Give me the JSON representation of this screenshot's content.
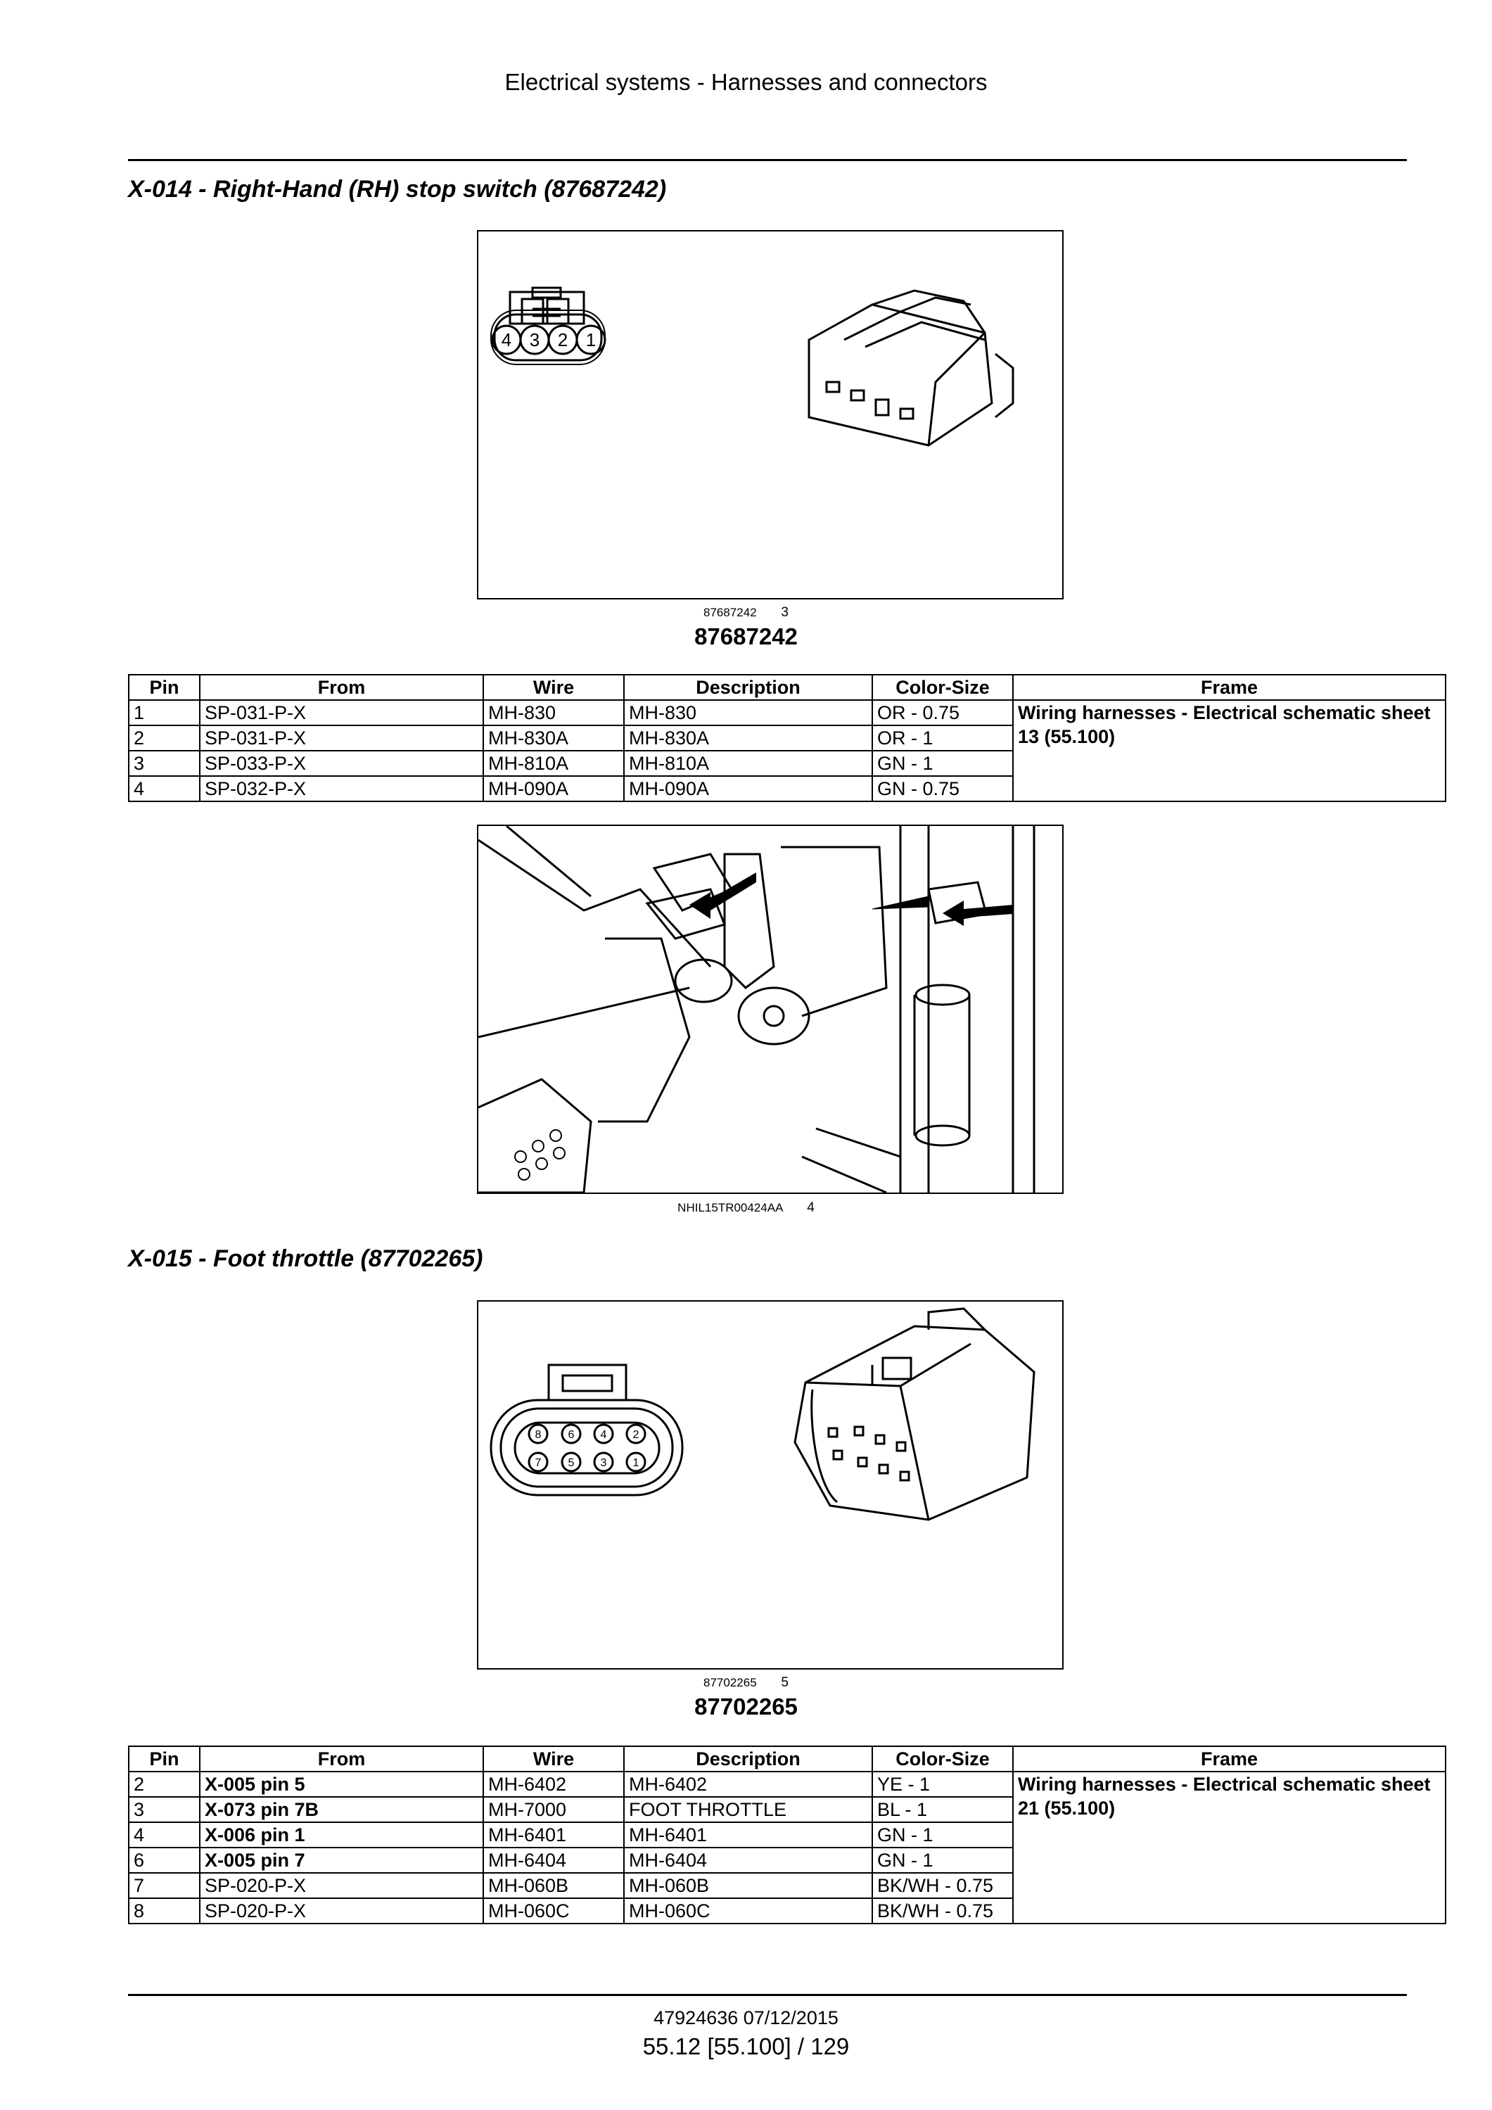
{
  "header": {
    "title": "Electrical systems - Harnesses and connectors"
  },
  "sections": [
    {
      "title": "X-014 - Right-Hand (RH) stop switch (87687242)",
      "figure_caption": {
        "code": "87687242",
        "number": "3"
      },
      "connector_pins": [
        "4",
        "3",
        "2",
        "1"
      ],
      "part_number": "87687242",
      "photo_caption": {
        "code": "NHIL15TR00424AA",
        "number": "4"
      },
      "table": {
        "headers": [
          "Pin",
          "From",
          "Wire",
          "Description",
          "Color-Size",
          "Frame"
        ],
        "rows": [
          {
            "pin": "1",
            "from": "SP-031-P-X",
            "wire": "MH-830",
            "description": "MH-830",
            "color_size": "OR - 0.75"
          },
          {
            "pin": "2",
            "from": "SP-031-P-X",
            "wire": "MH-830A",
            "description": "MH-830A",
            "color_size": "OR - 1"
          },
          {
            "pin": "3",
            "from": "SP-033-P-X",
            "wire": "MH-810A",
            "description": "MH-810A",
            "color_size": "GN - 1"
          },
          {
            "pin": "4",
            "from": "SP-032-P-X",
            "wire": "MH-090A",
            "description": "MH-090A",
            "color_size": "GN - 0.75"
          }
        ],
        "frame": "Wiring harnesses - Electrical schematic sheet 13 (55.100)"
      }
    },
    {
      "title": "X-015 - Foot throttle (87702265)",
      "figure_caption": {
        "code": "87702265",
        "number": "5"
      },
      "connector_pins_top": [
        "8",
        "6",
        "4",
        "2"
      ],
      "connector_pins_bottom": [
        "7",
        "5",
        "3",
        "1"
      ],
      "part_number": "87702265",
      "table": {
        "headers": [
          "Pin",
          "From",
          "Wire",
          "Description",
          "Color-Size",
          "Frame"
        ],
        "rows": [
          {
            "pin": "2",
            "from": "X-005 pin 5",
            "wire": "MH-6402",
            "description": "MH-6402",
            "color_size": "YE - 1"
          },
          {
            "pin": "3",
            "from": "X-073 pin 7B",
            "wire": "MH-7000",
            "description": "FOOT THROTTLE",
            "color_size": "BL - 1"
          },
          {
            "pin": "4",
            "from": "X-006 pin 1",
            "wire": "MH-6401",
            "description": "MH-6401",
            "color_size": "GN - 1"
          },
          {
            "pin": "6",
            "from": "X-005 pin 7",
            "wire": "MH-6404",
            "description": "MH-6404",
            "color_size": "GN - 1"
          },
          {
            "pin": "7",
            "from": "SP-020-P-X",
            "wire": "MH-060B",
            "description": "MH-060B",
            "color_size": "BK/WH - 0.75"
          },
          {
            "pin": "8",
            "from": "SP-020-P-X",
            "wire": "MH-060C",
            "description": "MH-060C",
            "color_size": "BK/WH - 0.75"
          }
        ],
        "frame": "Wiring harnesses - Electrical schematic sheet 21 (55.100)"
      }
    }
  ],
  "footer": {
    "doc_ref": "47924636 07/12/2015",
    "page": "55.12 [55.100] / 129"
  }
}
